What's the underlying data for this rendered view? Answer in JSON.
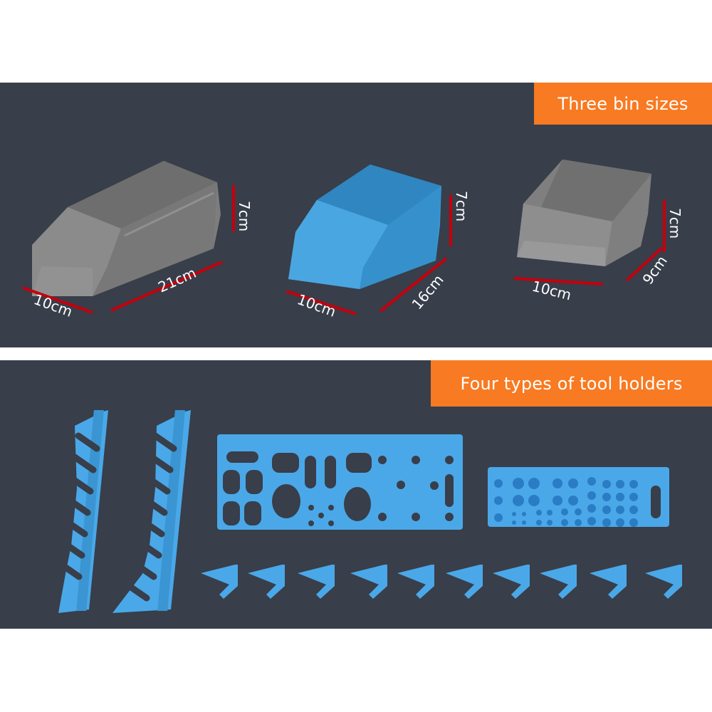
{
  "sections": {
    "bins": {
      "title": "Three bin sizes",
      "items": [
        {
          "name": "Large grey bin",
          "color": "grey",
          "depth": "10cm",
          "length": "21cm",
          "height": "7cm"
        },
        {
          "name": "Medium blue bin",
          "color": "blue",
          "depth": "10cm",
          "length": "16cm",
          "height": "7cm"
        },
        {
          "name": "Small grey bin",
          "color": "grey",
          "width": "10cm",
          "depth": "9cm",
          "height": "7cm"
        }
      ]
    },
    "holders": {
      "title": "Four types of tool holders",
      "items": [
        {
          "type": "wrench rack",
          "count": 2
        },
        {
          "type": "screwdriver / plier plate",
          "count": 1
        },
        {
          "type": "socket / bit holder",
          "count": 1
        },
        {
          "type": "single hooks",
          "count": 10
        }
      ]
    }
  },
  "colors": {
    "panel_bg": "#383e4a",
    "banner": "#f87a22",
    "dimension_line": "#c4000c",
    "bin_grey": "#858585",
    "bin_blue": "#3c9bd5",
    "holder_blue": "#4aa8e8"
  }
}
